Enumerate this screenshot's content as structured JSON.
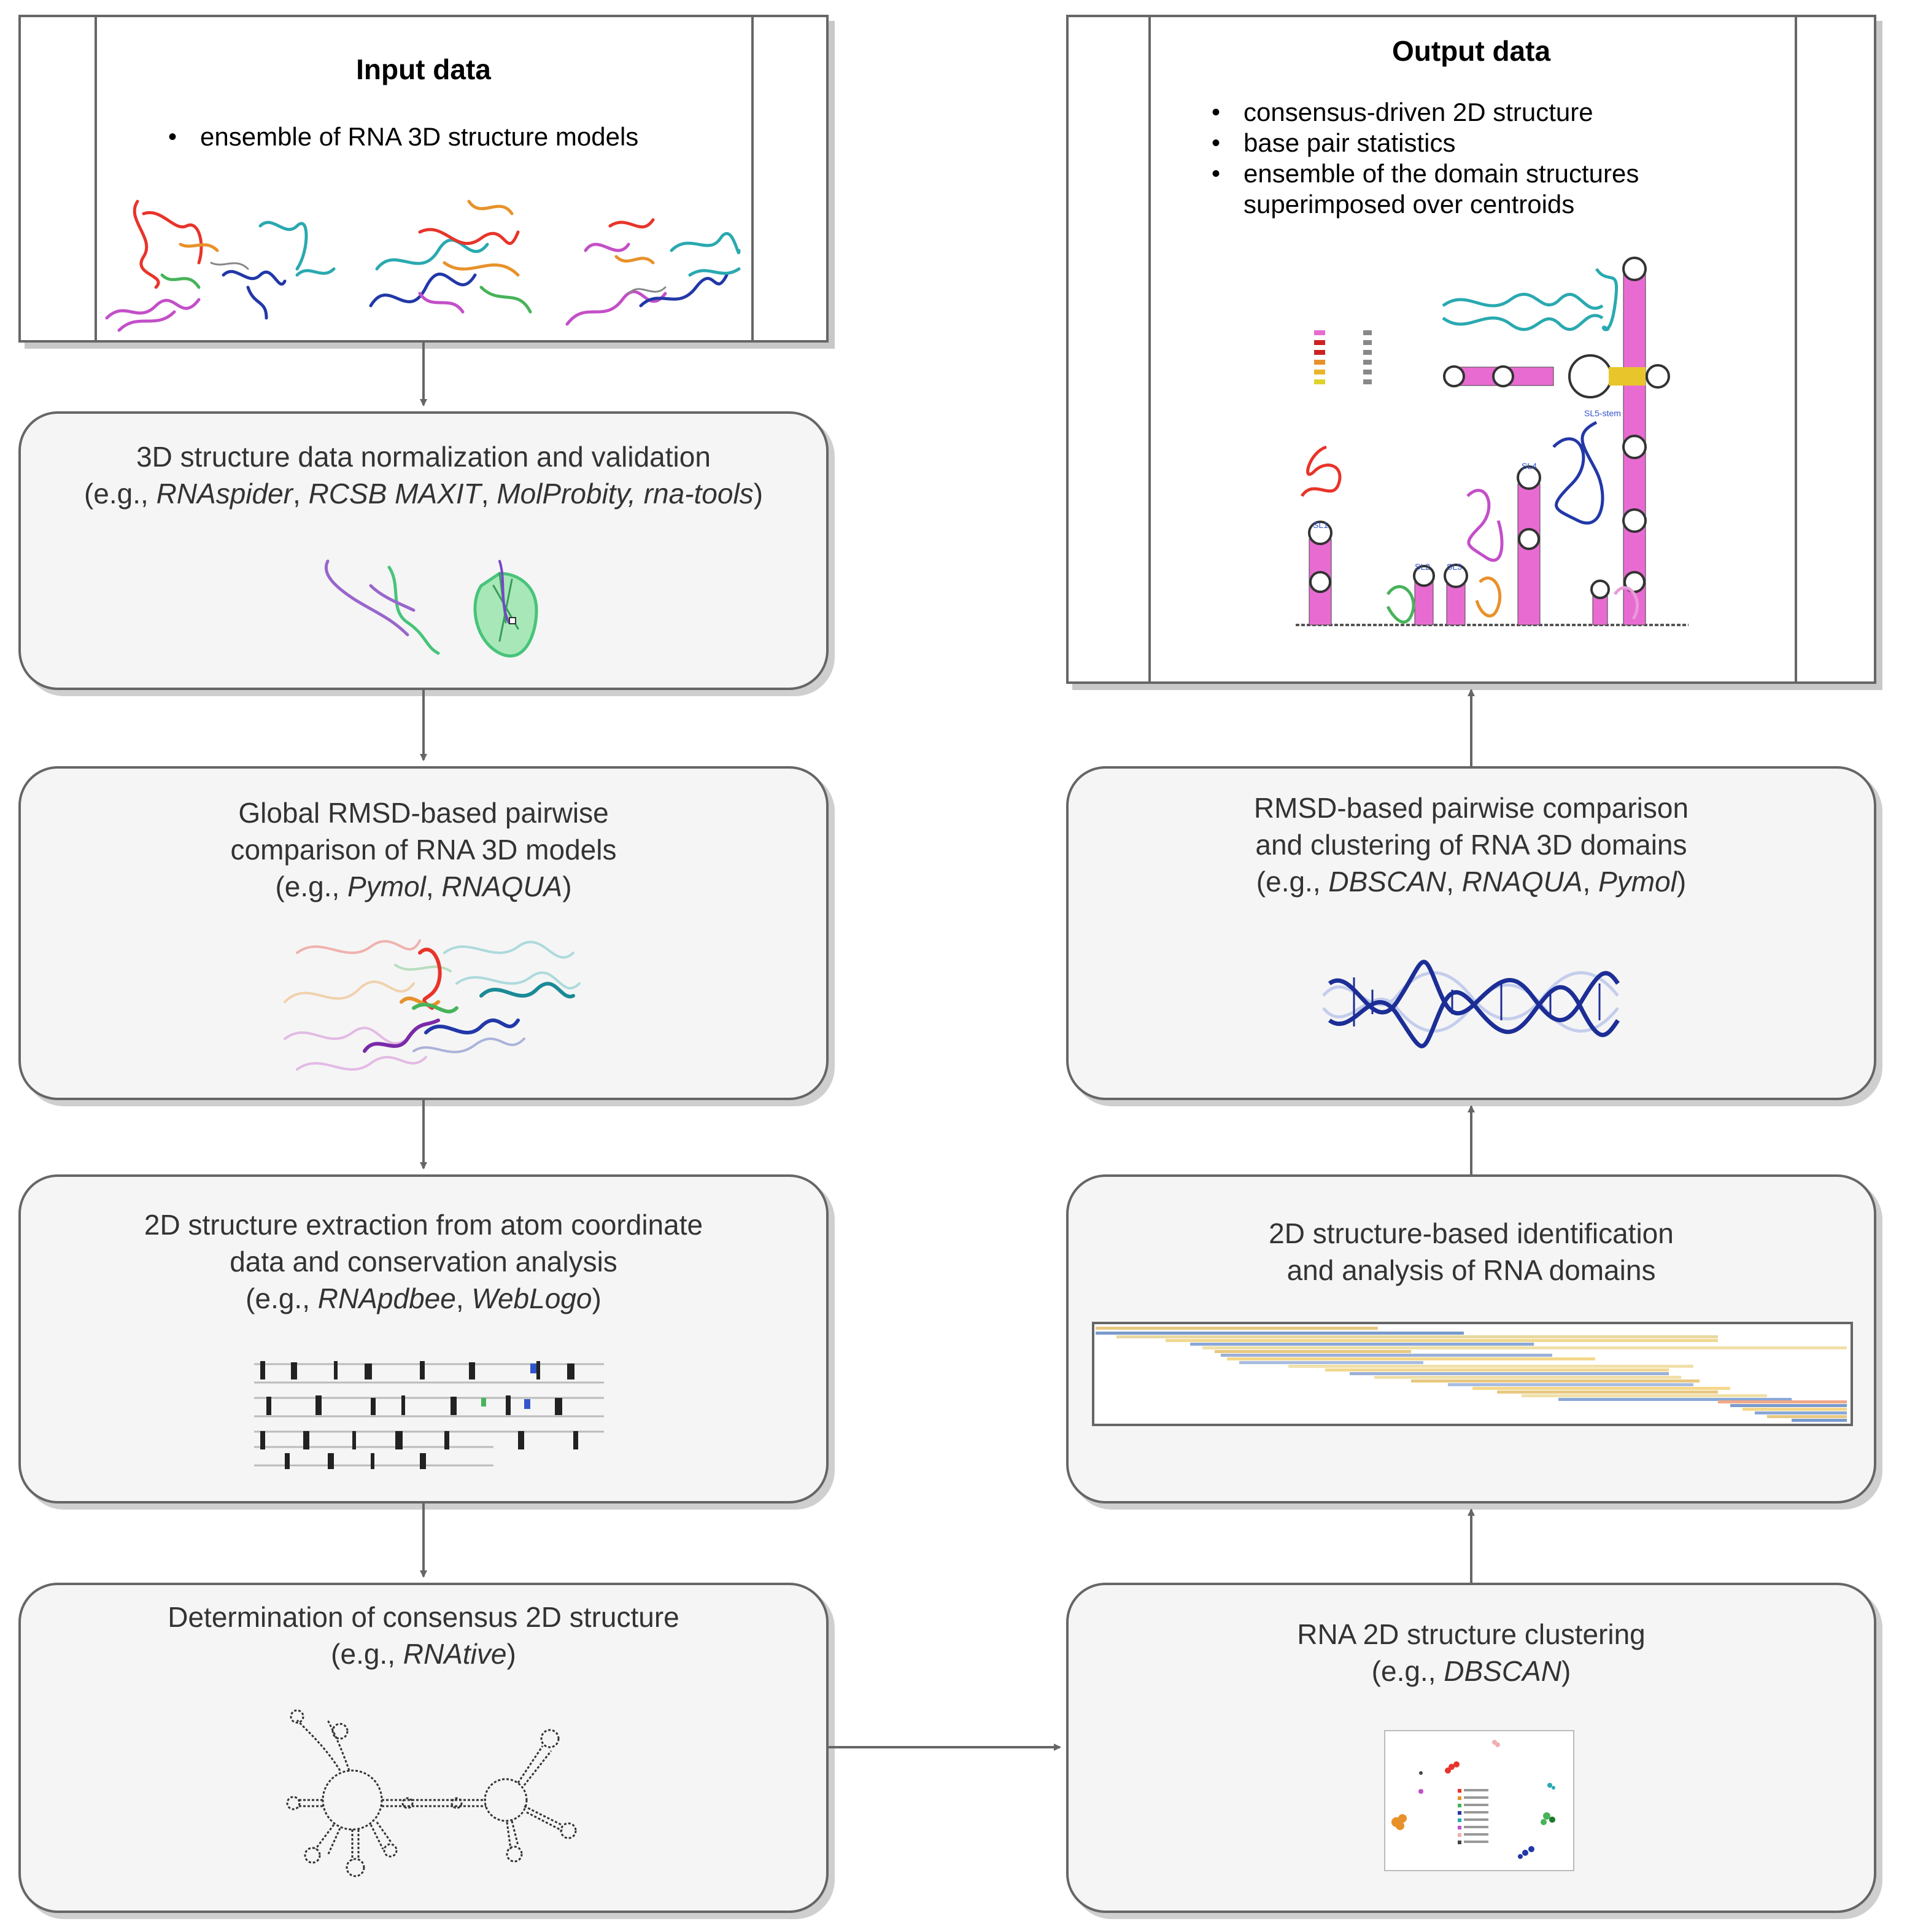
{
  "input": {
    "title": "Input data",
    "bullets": [
      "ensemble of RNA 3D structure models"
    ]
  },
  "output": {
    "title": "Output data",
    "bullets": [
      "consensus-driven 2D structure",
      "base pair statistics",
      [
        "ensemble of the domain structures",
        "superimposed over centroids"
      ]
    ]
  },
  "steps": {
    "normalization": [
      [
        {
          "t": "3D structure data normalization and validation"
        }
      ],
      [
        {
          "t": "(e.g., "
        },
        {
          "t": "RNAspider",
          "i": true
        },
        {
          "t": ", "
        },
        {
          "t": "RCSB MAXIT",
          "i": true
        },
        {
          "t": ", "
        },
        {
          "t": "MolProbity, rna-tools",
          "i": true
        },
        {
          "t": ")"
        }
      ]
    ],
    "global_rmsd": [
      [
        {
          "t": "Global RMSD-based pairwise"
        }
      ],
      [
        {
          "t": "comparison of RNA 3D models"
        }
      ],
      [
        {
          "t": "(e.g., "
        },
        {
          "t": "Pymol",
          "i": true
        },
        {
          "t": ", "
        },
        {
          "t": "RNAQUA",
          "i": true
        },
        {
          "t": ")"
        }
      ]
    ],
    "extraction": [
      [
        {
          "t": "2D structure extraction from atom coordinate"
        }
      ],
      [
        {
          "t": "data and conservation analysis"
        }
      ],
      [
        {
          "t": "(e.g., "
        },
        {
          "t": "RNApdbee",
          "i": true
        },
        {
          "t": ", "
        },
        {
          "t": "WebLogo",
          "i": true
        },
        {
          "t": ")"
        }
      ]
    ],
    "consensus": [
      [
        {
          "t": "Determination of consensus 2D structure"
        }
      ],
      [
        {
          "t": "(e.g., "
        },
        {
          "t": "RNAtive",
          "i": true
        },
        {
          "t": ")"
        }
      ]
    ],
    "clustering_2d": [
      [
        {
          "t": "RNA 2D structure clustering"
        }
      ],
      [
        {
          "t": "(e.g., "
        },
        {
          "t": "DBSCAN",
          "i": true
        },
        {
          "t": ")"
        }
      ]
    ],
    "domains": [
      [
        {
          "t": "2D structure-based identification"
        }
      ],
      [
        {
          "t": "and analysis of RNA domains"
        }
      ]
    ],
    "domain_rmsd": [
      [
        {
          "t": "RMSD-based pairwise comparison"
        }
      ],
      [
        {
          "t": "and clustering of RNA 3D domains"
        }
      ],
      [
        {
          "t": "(e.g., "
        },
        {
          "t": "DBSCAN",
          "i": true
        },
        {
          "t": ", "
        },
        {
          "t": "RNAQUA",
          "i": true
        },
        {
          "t": ", "
        },
        {
          "t": "Pymol",
          "i": true
        },
        {
          "t": ")"
        }
      ]
    ]
  },
  "colors": {
    "box_fill": "#f5f5f5",
    "box_border": "#666666",
    "shadow": "#cfcfcf",
    "arrow": "#666666",
    "rna_red": "#e8342a",
    "rna_blue": "#2238a8",
    "rna_cyan": "#2aa9b0",
    "rna_magenta": "#c34fc8",
    "rna_green": "#47b35a",
    "rna_orange": "#e8912a",
    "pink_bp": "#e86bd2"
  },
  "icons": [
    "rna-3d-model-thumbnails",
    "rna-backbone-validation",
    "superposition-cloud",
    "conservation-logo",
    "secondary-structure-graph",
    "cluster-scatter",
    "domain-bars",
    "double-helix",
    "consensus-structure-figure"
  ]
}
